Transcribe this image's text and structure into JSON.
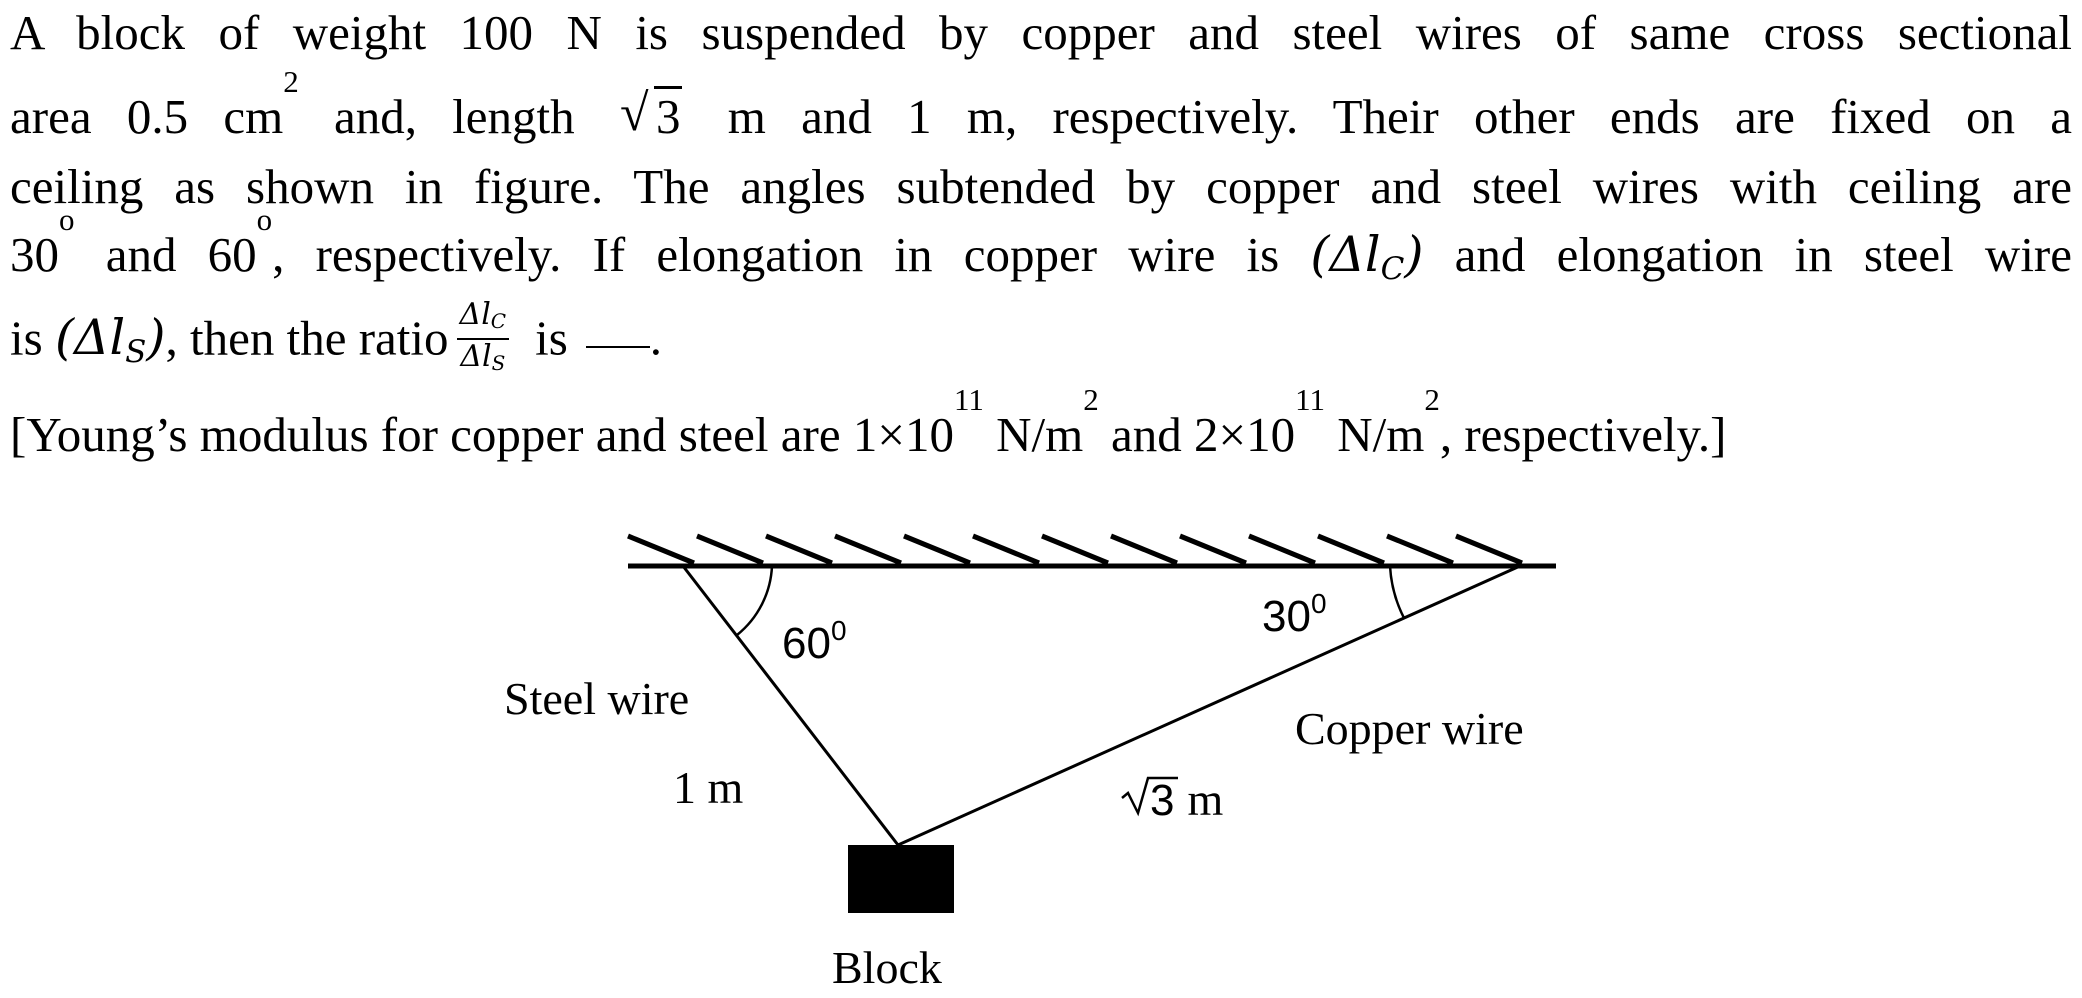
{
  "question": {
    "line1": "A block of weight 100 N is suspended by copper and steel wires of same cross sectional",
    "line2_a": "area 0.5 cm",
    "line2_sup": "2",
    "line2_b": " and, length",
    "line2_sqrt": "3",
    "line2_c": "m and 1 m, respectively. Their other ends are fixed on a",
    "line3": "ceiling as shown in figure. The angles subtended by copper and steel wires with ceiling are",
    "line4_a": "30",
    "line4_sup1": "o",
    "line4_b": " and 60",
    "line4_sup2": "o",
    "line4_c": ", respectively. If elongation in copper wire is ",
    "line4_sym": "(Δl",
    "line4_sym_sub": "C",
    "line4_sym_close": ")",
    "line4_d": " and elongation in steel wire",
    "line5_a": "is ",
    "line5_sym": "(Δl",
    "line5_sym_sub": "S",
    "line5_sym_close": ")",
    "line5_b": ", then the ratio",
    "frac_num": "Δl",
    "frac_num_sub": "C",
    "frac_den": "Δl",
    "frac_den_sub": "S",
    "line5_c": "is",
    "line5_d": ".",
    "line6_a": "[Young’s modulus for copper and steel are 1×10",
    "line6_sup1": "11",
    "line6_b": " N/m",
    "line6_sup2": "2",
    "line6_c": " and 2×10",
    "line6_sup3": "11",
    "line6_d": " N/m",
    "line6_sup4": "2",
    "line6_e": ", respectively.]"
  },
  "figure": {
    "angle_steel": "60",
    "angle_steel_deg": "0",
    "angle_copper": "30",
    "angle_copper_deg": "0",
    "steel_label": "Steel wire",
    "steel_length": "1 m",
    "copper_label": "Copper wire",
    "copper_length_sqrt": "3",
    "copper_length_unit": " m",
    "block_label": "Block",
    "hatch_marks": 13
  }
}
